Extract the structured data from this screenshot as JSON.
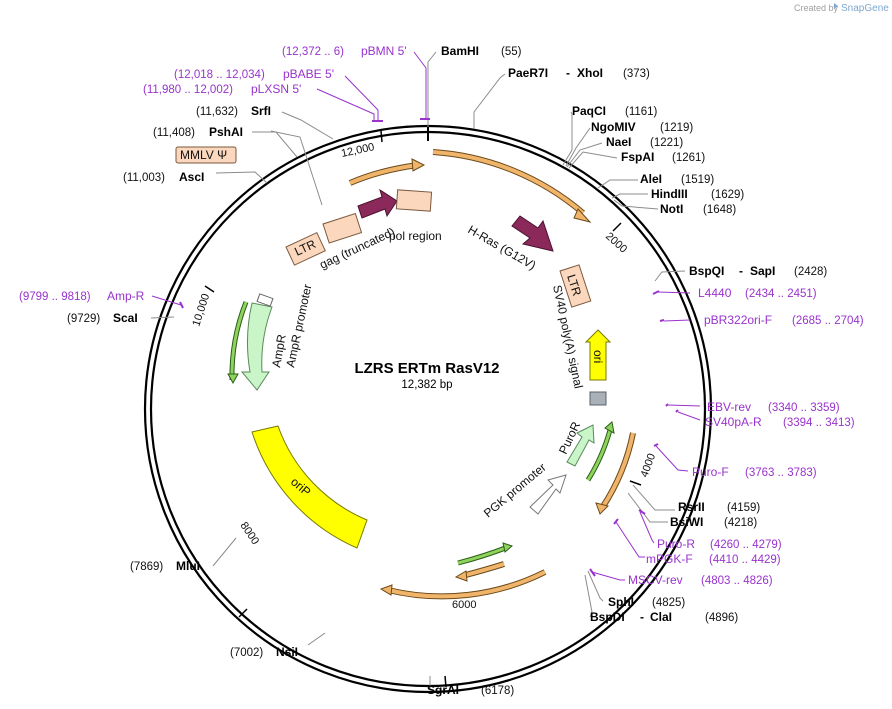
{
  "branding": {
    "created_by": "Created by",
    "brand": "SnapGene"
  },
  "plasmid": {
    "name": "LZRS ERTm RasV12",
    "size": "12,382 bp"
  },
  "enzymes": [
    {
      "name": "BamHI",
      "pos": "(55)"
    },
    {
      "name": "PaeR7I",
      "sep": "-",
      "name2": "XhoI",
      "pos": "(373)"
    },
    {
      "name": "PaqCI",
      "pos": "(1161)"
    },
    {
      "name": "NgoMIV",
      "pos": "(1219)"
    },
    {
      "name": "NaeI",
      "pos": "(1221)"
    },
    {
      "name": "FspAI",
      "pos": "(1261)"
    },
    {
      "name": "AleI",
      "pos": "(1519)"
    },
    {
      "name": "HindIII",
      "pos": "(1629)"
    },
    {
      "name": "NotI",
      "pos": "(1648)"
    },
    {
      "name": "BspQI",
      "sep": "-",
      "name2": "SapI",
      "pos": "(2428)"
    },
    {
      "name": "RsrII",
      "pos": "(4159)"
    },
    {
      "name": "BsiWI",
      "pos": "(4218)"
    },
    {
      "name": "SphI",
      "pos": "(4825)"
    },
    {
      "name": "BspDI",
      "sep": "-",
      "name2": "ClaI",
      "pos": "(4896)"
    },
    {
      "name": "SgrAI",
      "pos": "(6178)"
    },
    {
      "name": "NsiI",
      "pos": "(7002)"
    },
    {
      "name": "MluI",
      "pos": "(7869)"
    },
    {
      "name": "ScaI",
      "pos": "(9729)"
    },
    {
      "name": "AscI",
      "pos": "(11,003)"
    },
    {
      "name": "PshAI",
      "pos": "(11,408)"
    },
    {
      "name": "SrfI",
      "pos": "(11,632)"
    }
  ],
  "primers": [
    {
      "name": "pBMN 5'",
      "pos": "(12,372 .. 6)"
    },
    {
      "name": "pBABE 5'",
      "pos": "(12,018 .. 12,034)"
    },
    {
      "name": "pLXSN 5'",
      "pos": "(11,980 .. 12,002)"
    },
    {
      "name": "L4440",
      "pos": "(2434 .. 2451)"
    },
    {
      "name": "pBR322ori-F",
      "pos": "(2685 .. 2704)"
    },
    {
      "name": "EBV-rev",
      "pos": "(3340 .. 3359)"
    },
    {
      "name": "SV40pA-R",
      "pos": "(3394 .. 3413)"
    },
    {
      "name": "Puro-F",
      "pos": "(3763 .. 3783)"
    },
    {
      "name": "Puro-R",
      "pos": "(4260 .. 4279)"
    },
    {
      "name": "mPGK-F",
      "pos": "(4410 .. 4429)"
    },
    {
      "name": "MSCV-rev",
      "pos": "(4803 .. 4826)"
    },
    {
      "name": "Amp-R",
      "pos": "(9799 .. 9818)"
    }
  ],
  "features": {
    "mmlv": "MMLV Ψ",
    "ltr_left": "LTR",
    "gag": "gag (truncated)",
    "pol": "pol region",
    "hras": "H-Ras (G12V)",
    "ltr_right": "LTR",
    "sv40": "SV40 poly(A) signal",
    "ori": "ori",
    "puror": "PuroR",
    "pgk": "PGK promoter",
    "oriP": "oriP",
    "ampr": "AmpR",
    "ampr_promoter": "AmpR promoter"
  },
  "ticks": [
    "2000",
    "4000",
    "6000",
    "8000",
    "10,000",
    "12,000"
  ]
}
